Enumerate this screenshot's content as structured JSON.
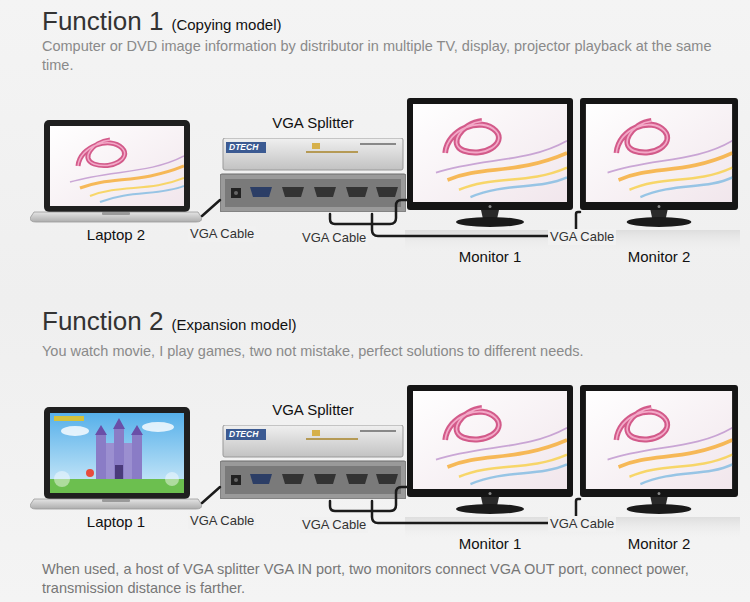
{
  "diagram": {
    "caption": "When used, a host of VGA splitter VGA IN port, two monitors connect VGA OUT port, connect power, transmission distance is farther.",
    "nodes": [
      {
        "text": [
          "Laptop 2"
        ]
      },
      {
        "text": [
          "VGA Splitter",
          "DTECH"
        ]
      },
      {
        "text": [
          "Monitor 1"
        ]
      },
      {
        "text": [
          "Monitor 2"
        ]
      },
      {
        "text": [
          "Laptop 1"
        ]
      },
      {
        "text": [
          "VGA Splitter",
          "DTECH"
        ]
      },
      {
        "text": [
          "Monitor 1"
        ]
      },
      {
        "text": [
          "Monitor 2"
        ]
      }
    ],
    "edges": [
      {
        "from": 0,
        "to": 1,
        "arrow": "none",
        "label": "VGA Cable"
      },
      {
        "from": 1,
        "to": 2,
        "arrow": "none",
        "label": "VGA Cable"
      },
      {
        "from": 1,
        "to": 3,
        "arrow": "none",
        "label": "VGA Cable"
      },
      {
        "from": 4,
        "to": 5,
        "arrow": "none",
        "label": "VGA Cable"
      },
      {
        "from": 5,
        "to": 6,
        "arrow": "none",
        "label": "VGA Cable"
      },
      {
        "from": 5,
        "to": 7,
        "arrow": "none",
        "label": "VGA Cable"
      }
    ],
    "labels": [
      "Function 1",
      "(Copying model)",
      "Computer or DVD image information by distributor in multiple TV, display, projector playback at the same time.",
      "Function 2",
      "(Expansion model)",
      "You watch movie, I play games, two not mistake, perfect solutions to different needs."
    ]
  }
}
